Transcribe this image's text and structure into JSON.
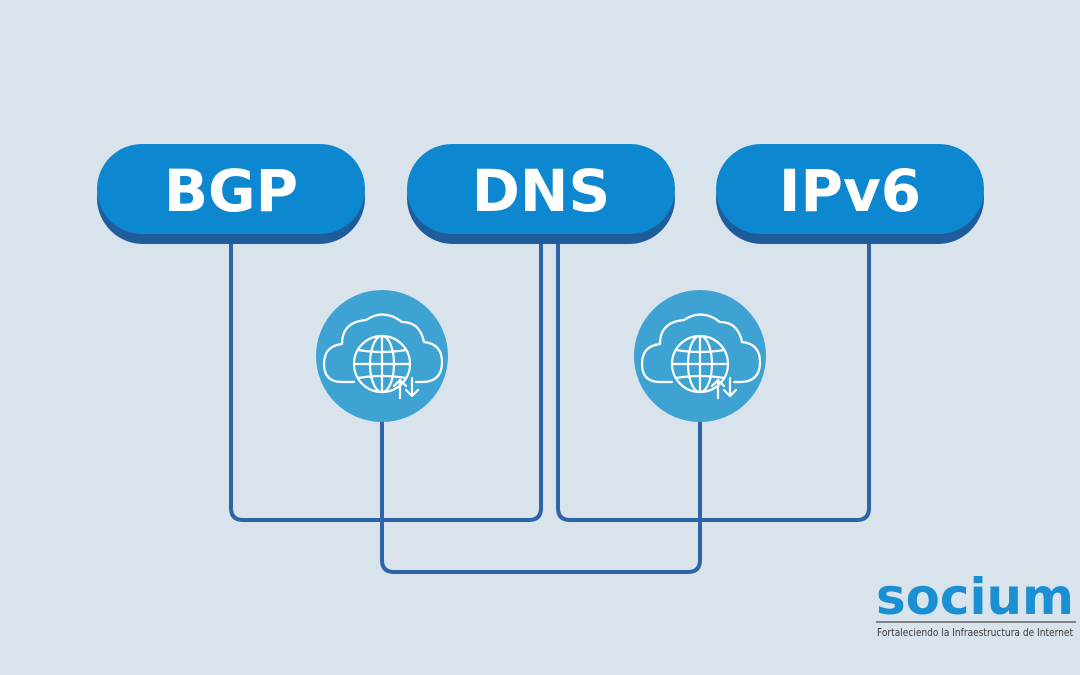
{
  "nodes": [
    {
      "id": "bgp",
      "label": "BGP"
    },
    {
      "id": "dns",
      "label": "DNS"
    },
    {
      "id": "ipv6",
      "label": "IPv6"
    }
  ],
  "hubs": [
    {
      "id": "hub-left",
      "icon": "cloud-globe-icon"
    },
    {
      "id": "hub-right",
      "icon": "cloud-globe-icon"
    }
  ],
  "logo": {
    "text": "socium",
    "tagline": "Fortaleciendo la Infraestructura de Internet"
  },
  "colors": {
    "background": "#d8e3ec",
    "pill_fill": "#0d87cf",
    "pill_shadow": "#1f5c9c",
    "line": "#2d64a8",
    "hub_fill": "#3ea2d2",
    "logo": "#1a8fd1"
  }
}
